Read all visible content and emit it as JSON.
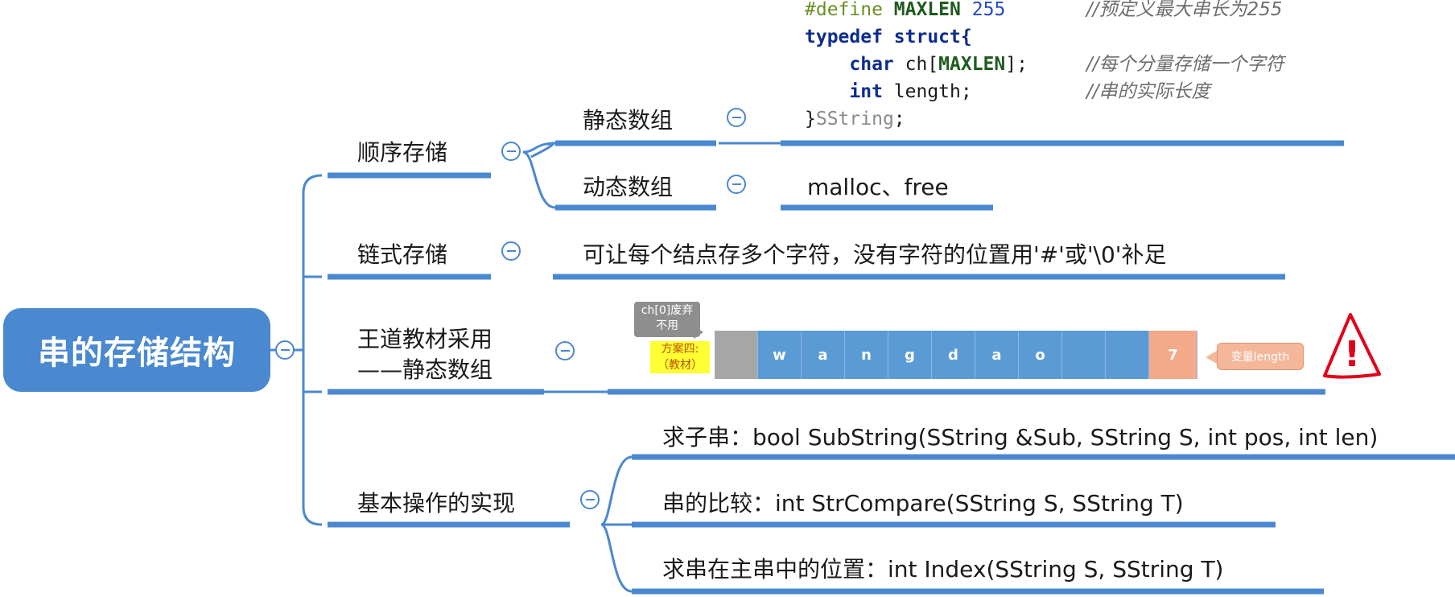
{
  "root": {
    "label": "串的存储结构"
  },
  "branches": {
    "sequential": {
      "label": "顺序存储",
      "static": {
        "label": "静态数组"
      },
      "dynamic": {
        "label": "动态数组",
        "detail": "malloc、free"
      }
    },
    "linked": {
      "label": "链式存储",
      "detail": "可让每个结点存多个字符，没有字符的位置用'#'或'\\0'补足"
    },
    "textbook": {
      "label_line1": "王道教材采用",
      "label_line2": "——静态数组",
      "callout": "ch[0]废弃不用",
      "scheme_line1": "方案四:",
      "scheme_line2": "（教材）",
      "cells": [
        "",
        "w",
        "a",
        "n",
        "g",
        "d",
        "a",
        "o",
        "",
        "",
        "7"
      ],
      "length_label": "变量length",
      "warning_mark": "!"
    },
    "operations": {
      "label": "基本操作的实现",
      "items": [
        "求子串：bool SubString(SString &Sub, SString S, int pos, int len)",
        "串的比较：int StrCompare(SString S, SString T)",
        "求串在主串中的位置：int Index(SString S, SString T)"
      ]
    }
  },
  "code": {
    "line1": {
      "directive": "#define",
      "name": "MAXLEN",
      "value": "255",
      "comment": "//预定义最大串长为255"
    },
    "line2": {
      "kw": "typedef",
      "rest": " struct{"
    },
    "line3": {
      "type": "char",
      "rest": " ch[",
      "macro": "MAXLEN",
      "end": "];",
      "comment": "//每个分量存储一个字符"
    },
    "line4": {
      "type": "int",
      "rest": " length;",
      "comment": "//串的实际长度"
    },
    "line5": {
      "open": "}",
      "name": "SString",
      "end": ";"
    }
  },
  "colors": {
    "accent": "#4a88d0",
    "cell": "#5b9bd5",
    "cell_first": "#a6a6a6",
    "cell_length": "#f4a98a",
    "warning": "#e2001a"
  }
}
